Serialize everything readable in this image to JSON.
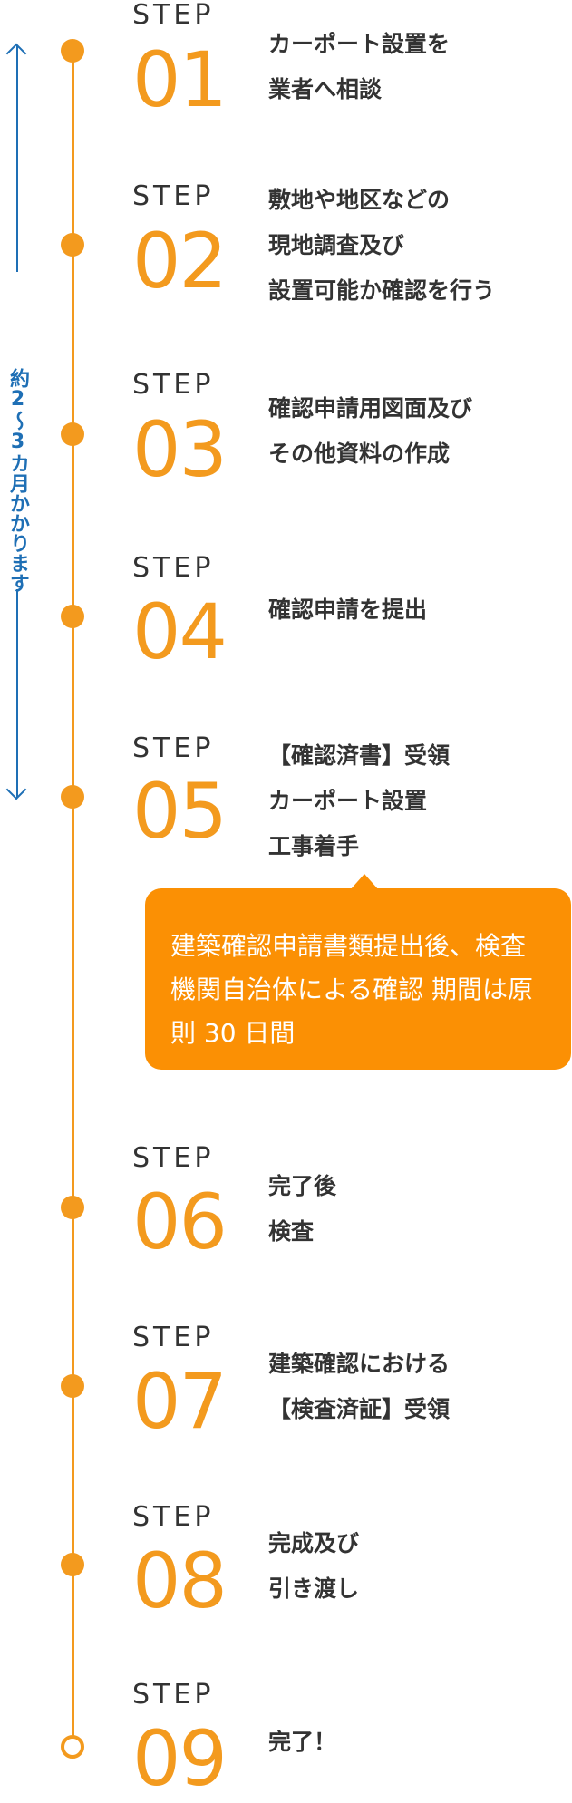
{
  "duration": {
    "text": "約2〜3カ月かかります"
  },
  "steps": [
    {
      "label": "STEP",
      "number": "01",
      "lines": [
        "カーポート設置を",
        "業者へ相談"
      ]
    },
    {
      "label": "STEP",
      "number": "02",
      "lines": [
        "敷地や地区などの",
        "現地調査及び",
        "設置可能か確認を行う"
      ]
    },
    {
      "label": "STEP",
      "number": "03",
      "lines": [
        "確認申請用図面及び",
        "その他資料の作成"
      ]
    },
    {
      "label": "STEP",
      "number": "04",
      "lines": [
        "確認申請を提出"
      ]
    },
    {
      "label": "STEP",
      "number": "05",
      "lines": [
        "【確認済書】受領",
        "カーポート設置",
        "工事着手"
      ]
    },
    {
      "label": "STEP",
      "number": "06",
      "lines": [
        "完了後",
        "検査"
      ]
    },
    {
      "label": "STEP",
      "number": "07",
      "lines": [
        "建築確認における",
        "【検査済証】受領"
      ]
    },
    {
      "label": "STEP",
      "number": "08",
      "lines": [
        "完成及び",
        "引き渡し"
      ]
    },
    {
      "label": "STEP",
      "number": "09",
      "lines": [
        "完了！"
      ]
    }
  ],
  "note": {
    "text": "建築確認申請書類提出後、検査機関自治体による確認 期間は原則 30 日間"
  }
}
